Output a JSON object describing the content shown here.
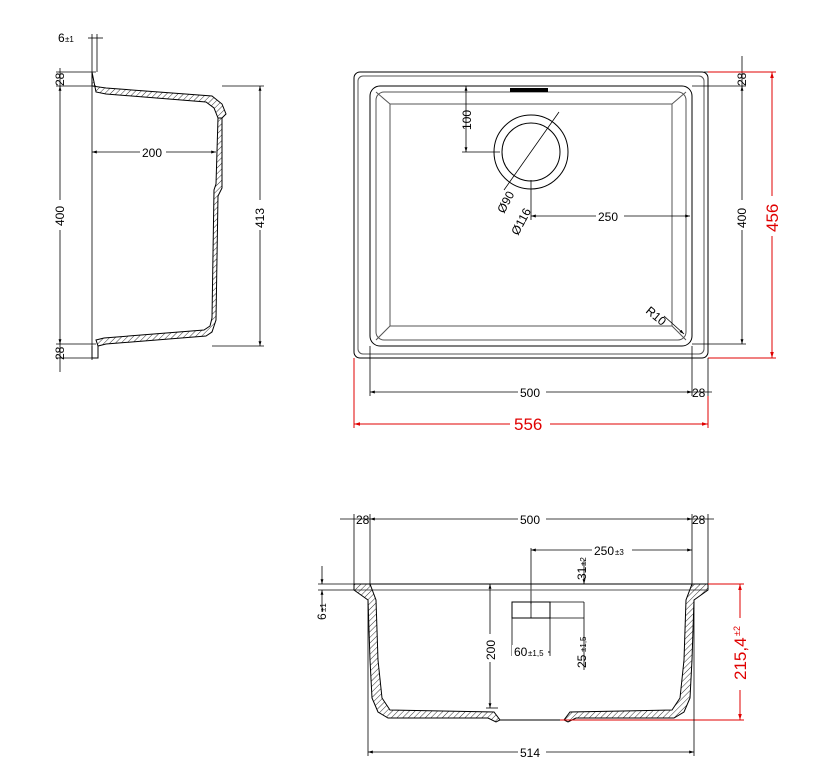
{
  "side_view": {
    "flange_thickness": "6",
    "flange_tolerance": "±1",
    "top_rim": "28",
    "bottom_rim": "28",
    "inner_height": "400",
    "depth": "200",
    "overall_height": "413"
  },
  "plan_view": {
    "drain_offset_y": "100",
    "drain_diameter_inner": "Ø90",
    "drain_diameter_outer": "Ø116",
    "drain_offset_x": "250",
    "corner_radius": "R10",
    "inner_length": "400",
    "top_rim": "28",
    "inner_width": "500",
    "side_rim": "28",
    "overall_width": "556",
    "overall_length": "456"
  },
  "front_view": {
    "left_rim": "28",
    "inner_width": "500",
    "right_rim": "28",
    "drain_offset": "250",
    "drain_offset_tolerance": "±3",
    "overflow_top": "31",
    "overflow_top_tolerance": "±2",
    "flange_thickness": "6",
    "flange_tolerance": "±1",
    "overflow_height": "200",
    "overflow_width": "60",
    "overflow_width_tolerance": "±1,5",
    "overflow_slot": "25",
    "overflow_slot_tolerance": "±1,5",
    "overall_depth": "215,4",
    "overall_depth_tolerance": "±2",
    "bottom_width": "514"
  },
  "colors": {
    "line": "#000000",
    "highlight": "#e00000"
  }
}
